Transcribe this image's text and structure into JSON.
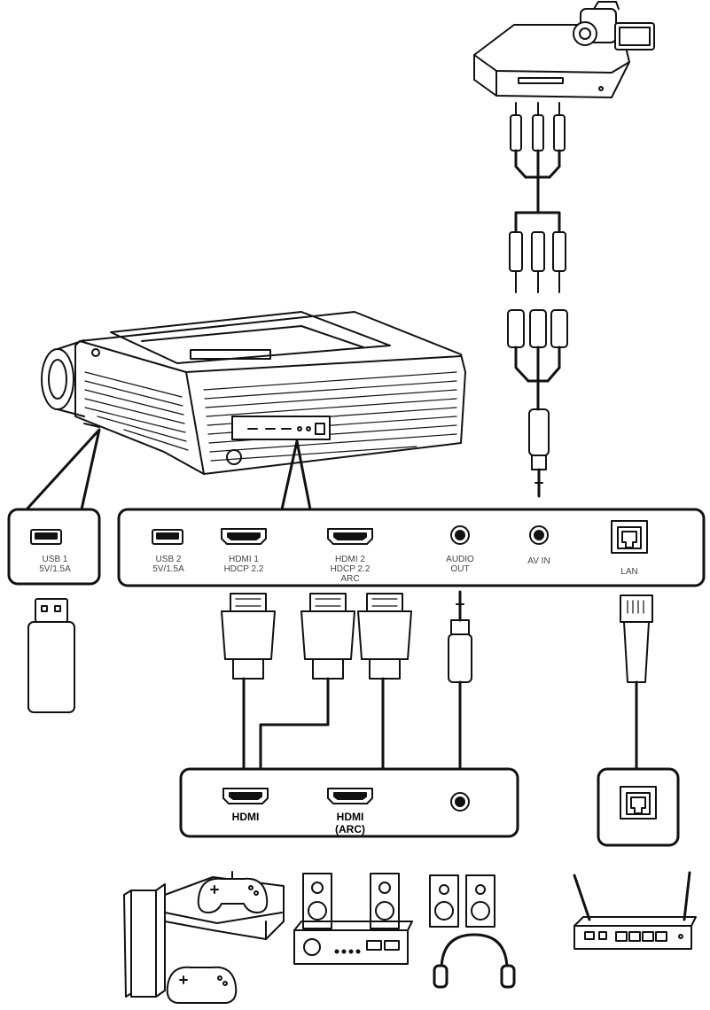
{
  "projector_ports": {
    "usb1": "USB 1\n5V/1.5A",
    "usb2": "USB 2\n5V/1.5A",
    "hdmi1": "HDMI 1\nHDCP 2.2",
    "hdmi2": "HDMI 2\nHDCP 2.2\nARC",
    "audio_out": "AUDIO\nOUT",
    "av_in": "AV IN",
    "lan": "LAN"
  },
  "receiver_ports": {
    "hdmi": "HDMI",
    "hdmi_arc": "HDMI\n(ARC)"
  },
  "icons": [
    "usb-port-icon",
    "hdmi-port-icon",
    "audio-jack-icon",
    "lan-port-icon",
    "usb-drive-icon",
    "hdmi-plug-icon",
    "rca-plug-icon",
    "audio-plug-icon",
    "rj45-plug-icon",
    "projector-icon",
    "camcorder-icon",
    "dvd-player-icon",
    "game-console-icon",
    "gamepad-icon",
    "speaker-icon",
    "amplifier-icon",
    "headphones-icon",
    "router-icon"
  ]
}
